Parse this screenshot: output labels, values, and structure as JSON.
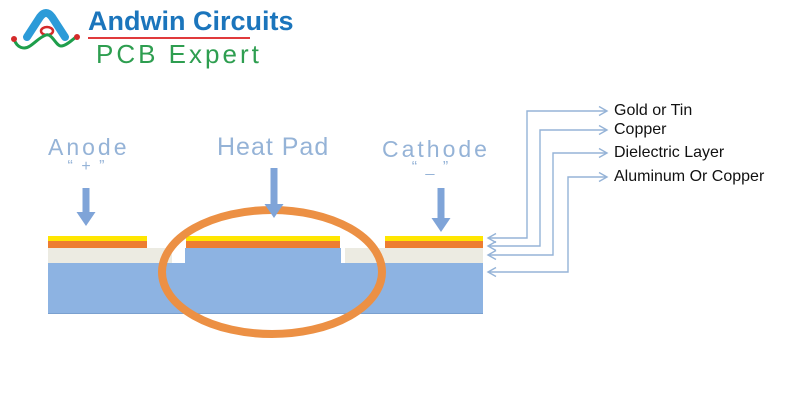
{
  "header": {
    "brand_name": "Andwin Circuits",
    "brand_tagline": "PCB Expert",
    "logo_icon": "andwin-logo-mark"
  },
  "diagram": {
    "anode": {
      "label": "Anode",
      "polarity": "“ + ”"
    },
    "heat_pad": {
      "label": "Heat Pad"
    },
    "cathode": {
      "label": "Cathode",
      "polarity": "“ _ ”"
    },
    "layer_callouts": [
      "Gold or Tin",
      "Copper",
      "Dielectric Layer",
      "Aluminum Or Copper"
    ],
    "highlight": "orange ellipse around heat pad area"
  },
  "colors": {
    "gold_tin": "#ffe600",
    "copper": "#ed7d31",
    "dielectric": "#ecebe2",
    "aluminum": "#8db3e2",
    "label_blue": "#95b3d7",
    "arrow_blue": "#7fa4d8",
    "callout_line": "#95b3d7",
    "callout_text": "#111111",
    "highlight_orange": "#ec9044",
    "brand_blue": "#1b75bc",
    "brand_green": "#2e9e50",
    "brand_red": "#e03a3c",
    "logo_mark_blue": "#2c9bd8",
    "logo_mark_green": "#1e9e4b",
    "logo_mark_red": "#d42a2a"
  }
}
